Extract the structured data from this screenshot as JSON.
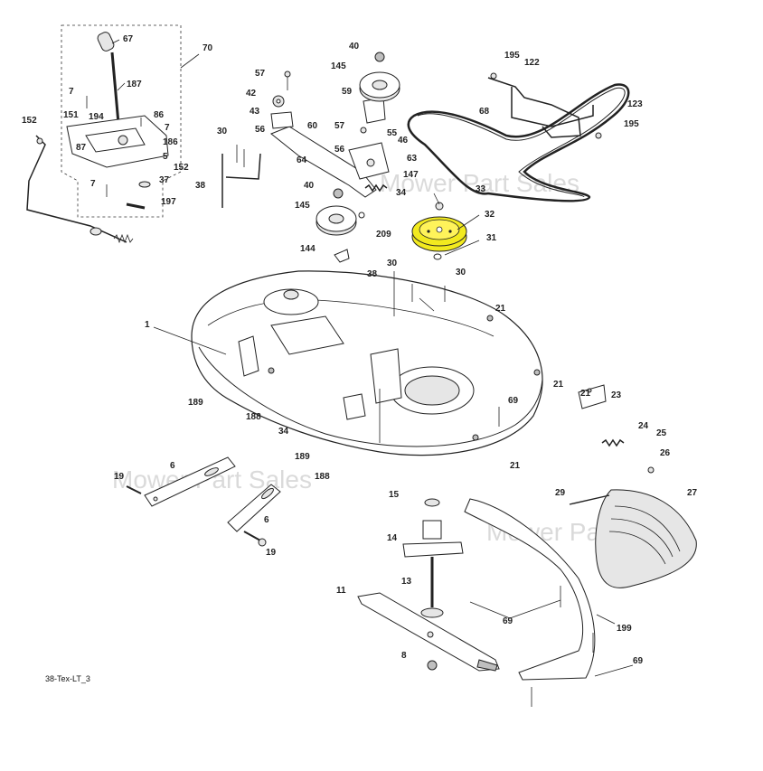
{
  "diagram": {
    "reference": "38-Tex-LT_3",
    "watermark": "Mower Part Sales",
    "highlight_color": "#f2ea1f",
    "highlighted_part": "32",
    "callouts": {
      "c67": "67",
      "c70": "70",
      "c187": "187",
      "c7a": "7",
      "c86": "86",
      "c151": "151",
      "c194": "194",
      "c7b": "7",
      "c152a": "152",
      "c87": "87",
      "c186": "186",
      "c5": "5",
      "c152b": "152",
      "c7c": "7",
      "c37": "37",
      "c197": "197",
      "c57a": "57",
      "c42": "42",
      "c43": "43",
      "c60": "60",
      "c56a": "56",
      "c64": "64",
      "c30a": "30",
      "c38a": "38",
      "c40a": "40",
      "c145a": "145",
      "c59": "59",
      "c57b": "57",
      "c55": "55",
      "c46": "46",
      "c56b": "56",
      "c63": "63",
      "c147": "147",
      "c34a": "34",
      "c40b": "40",
      "c145b": "145",
      "c209": "209",
      "c144": "144",
      "c195a": "195",
      "c122": "122",
      "c68": "68",
      "c123": "123",
      "c195b": "195",
      "c33": "33",
      "c32": "32",
      "c31": "31",
      "c38b": "38",
      "c30b": "30",
      "c30c": "30",
      "c21a": "21",
      "c21b": "21",
      "c21c": "21",
      "c21d": "21",
      "c1": "1",
      "c189a": "189",
      "c188a": "188",
      "c34b": "34",
      "c189b": "189",
      "c188b": "188",
      "c69a": "69",
      "c23": "23",
      "c24": "24",
      "c25": "25",
      "c26": "26",
      "c6a": "6",
      "c19a": "19",
      "c6b": "6",
      "c19b": "19",
      "c15": "15",
      "c14": "14",
      "c13": "13",
      "c11": "11",
      "c8": "8",
      "c69b": "69",
      "c199": "199",
      "c69c": "69",
      "c29": "29",
      "c27": "27"
    }
  }
}
